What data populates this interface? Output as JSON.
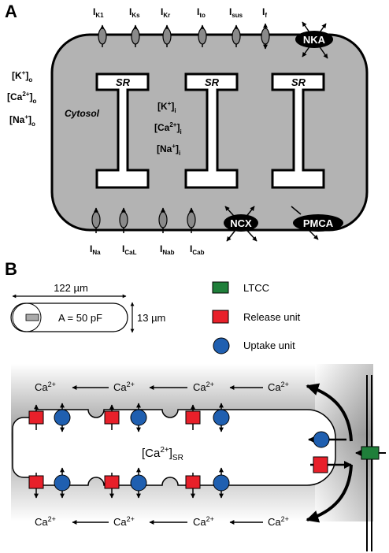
{
  "panel_a": {
    "label": "A",
    "currents_top": [
      {
        "main": "I",
        "sub": "K1"
      },
      {
        "main": "I",
        "sub": "Ks"
      },
      {
        "main": "I",
        "sub": "Kr"
      },
      {
        "main": "I",
        "sub": "to"
      },
      {
        "main": "I",
        "sub": "sus"
      },
      {
        "main": "I",
        "sub": "f"
      }
    ],
    "currents_bottom": [
      {
        "main": "I",
        "sub": "Na"
      },
      {
        "main": "I",
        "sub": "CaL"
      },
      {
        "main": "I",
        "sub": "Nab"
      },
      {
        "main": "I",
        "sub": "Cab"
      }
    ],
    "pumps": {
      "nka": "NKA",
      "ncx": "NCX",
      "pmca": "PMCA"
    },
    "sr_label": "SR",
    "cytosol_label": "Cytosol",
    "extracellular": [
      {
        "a": "[K",
        "sup": "+",
        "b": "]",
        "sub": "o"
      },
      {
        "a": "[Ca",
        "sup": "2+",
        "b": "]",
        "sub": "o"
      },
      {
        "a": "[Na",
        "sup": "+",
        "b": "]",
        "sub": "o"
      }
    ],
    "intracellular": [
      {
        "a": "[K",
        "sup": "+",
        "b": "]",
        "sub": "i"
      },
      {
        "a": "[Ca",
        "sup": "2+",
        "b": "]",
        "sub": "i"
      },
      {
        "a": "[Na",
        "sup": "+",
        "b": "]",
        "sub": "i"
      }
    ]
  },
  "panel_b": {
    "label": "B",
    "length": "122 µm",
    "width": "13 µm",
    "capacitance": "A = 50 pF",
    "legend": [
      {
        "label": "LTCC",
        "color": "#1f7f3a"
      },
      {
        "label": "Release unit",
        "color": "#e8202a"
      },
      {
        "label": "Uptake unit",
        "color": "#1f5fb0"
      }
    ],
    "ion": {
      "base": "Ca",
      "sup": "2+"
    },
    "sr_conc": {
      "a": "[Ca",
      "sup": "2+",
      "b": "]",
      "sub": "SR"
    }
  }
}
